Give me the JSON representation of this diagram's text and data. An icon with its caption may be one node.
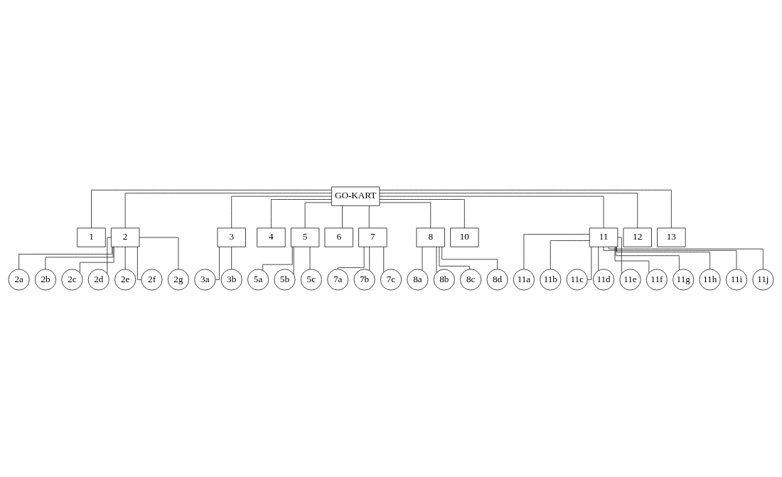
{
  "diagram": {
    "nodes": [
      {
        "text": [
          "GO-KART"
        ]
      },
      {
        "text": [
          "1"
        ]
      },
      {
        "text": [
          "2"
        ]
      },
      {
        "text": [
          "3"
        ]
      },
      {
        "text": [
          "4"
        ]
      },
      {
        "text": [
          "5"
        ]
      },
      {
        "text": [
          "6"
        ]
      },
      {
        "text": [
          "7"
        ]
      },
      {
        "text": [
          "8"
        ]
      },
      {
        "text": [
          "10"
        ]
      },
      {
        "text": [
          "11"
        ]
      },
      {
        "text": [
          "12"
        ]
      },
      {
        "text": [
          "13"
        ]
      },
      {
        "text": [
          "2a"
        ]
      },
      {
        "text": [
          "2b"
        ]
      },
      {
        "text": [
          "2c"
        ]
      },
      {
        "text": [
          "2d"
        ]
      },
      {
        "text": [
          "2e"
        ]
      },
      {
        "text": [
          "2f"
        ]
      },
      {
        "text": [
          "2g"
        ]
      },
      {
        "text": [
          "3a"
        ]
      },
      {
        "text": [
          "3b"
        ]
      },
      {
        "text": [
          "5a"
        ]
      },
      {
        "text": [
          "5b"
        ]
      },
      {
        "text": [
          "5c"
        ]
      },
      {
        "text": [
          "7a"
        ]
      },
      {
        "text": [
          "7b"
        ]
      },
      {
        "text": [
          "7c"
        ]
      },
      {
        "text": [
          "8a"
        ]
      },
      {
        "text": [
          "8b"
        ]
      },
      {
        "text": [
          "8c"
        ]
      },
      {
        "text": [
          "8d"
        ]
      },
      {
        "text": [
          "11a"
        ]
      },
      {
        "text": [
          "11b"
        ]
      },
      {
        "text": [
          "11c"
        ]
      },
      {
        "text": [
          "11d"
        ]
      },
      {
        "text": [
          "11e"
        ]
      },
      {
        "text": [
          "11f"
        ]
      },
      {
        "text": [
          "11g"
        ]
      },
      {
        "text": [
          "11h"
        ]
      },
      {
        "text": [
          "11i"
        ]
      },
      {
        "text": [
          "11j"
        ]
      }
    ],
    "edges": [
      {
        "from": 0,
        "to": 1,
        "arrow": "none"
      },
      {
        "from": 0,
        "to": 2,
        "arrow": "none"
      },
      {
        "from": 0,
        "to": 3,
        "arrow": "none"
      },
      {
        "from": 0,
        "to": 4,
        "arrow": "none"
      },
      {
        "from": 0,
        "to": 5,
        "arrow": "none"
      },
      {
        "from": 0,
        "to": 6,
        "arrow": "none"
      },
      {
        "from": 0,
        "to": 7,
        "arrow": "none"
      },
      {
        "from": 0,
        "to": 8,
        "arrow": "none"
      },
      {
        "from": 0,
        "to": 9,
        "arrow": "none"
      },
      {
        "from": 0,
        "to": 10,
        "arrow": "none"
      },
      {
        "from": 0,
        "to": 11,
        "arrow": "none"
      },
      {
        "from": 0,
        "to": 12,
        "arrow": "none"
      },
      {
        "from": 2,
        "to": 13,
        "arrow": "none"
      },
      {
        "from": 2,
        "to": 14,
        "arrow": "none"
      },
      {
        "from": 2,
        "to": 15,
        "arrow": "none"
      },
      {
        "from": 2,
        "to": 16,
        "arrow": "none"
      },
      {
        "from": 2,
        "to": 17,
        "arrow": "none"
      },
      {
        "from": 2,
        "to": 18,
        "arrow": "none"
      },
      {
        "from": 2,
        "to": 19,
        "arrow": "none"
      },
      {
        "from": 3,
        "to": 20,
        "arrow": "none"
      },
      {
        "from": 3,
        "to": 21,
        "arrow": "none"
      },
      {
        "from": 5,
        "to": 22,
        "arrow": "none"
      },
      {
        "from": 5,
        "to": 23,
        "arrow": "none"
      },
      {
        "from": 5,
        "to": 24,
        "arrow": "none"
      },
      {
        "from": 7,
        "to": 25,
        "arrow": "none"
      },
      {
        "from": 7,
        "to": 26,
        "arrow": "none"
      },
      {
        "from": 7,
        "to": 27,
        "arrow": "none"
      },
      {
        "from": 8,
        "to": 28,
        "arrow": "none"
      },
      {
        "from": 8,
        "to": 29,
        "arrow": "none"
      },
      {
        "from": 8,
        "to": 30,
        "arrow": "none"
      },
      {
        "from": 8,
        "to": 31,
        "arrow": "none"
      },
      {
        "from": 10,
        "to": 32,
        "arrow": "none"
      },
      {
        "from": 10,
        "to": 33,
        "arrow": "none"
      },
      {
        "from": 10,
        "to": 34,
        "arrow": "none"
      },
      {
        "from": 10,
        "to": 35,
        "arrow": "none"
      },
      {
        "from": 10,
        "to": 36,
        "arrow": "none"
      },
      {
        "from": 10,
        "to": 37,
        "arrow": "none"
      },
      {
        "from": 10,
        "to": 38,
        "arrow": "none"
      },
      {
        "from": 10,
        "to": 39,
        "arrow": "none"
      },
      {
        "from": 10,
        "to": 40,
        "arrow": "none"
      },
      {
        "from": 10,
        "to": 41,
        "arrow": "none"
      }
    ]
  }
}
